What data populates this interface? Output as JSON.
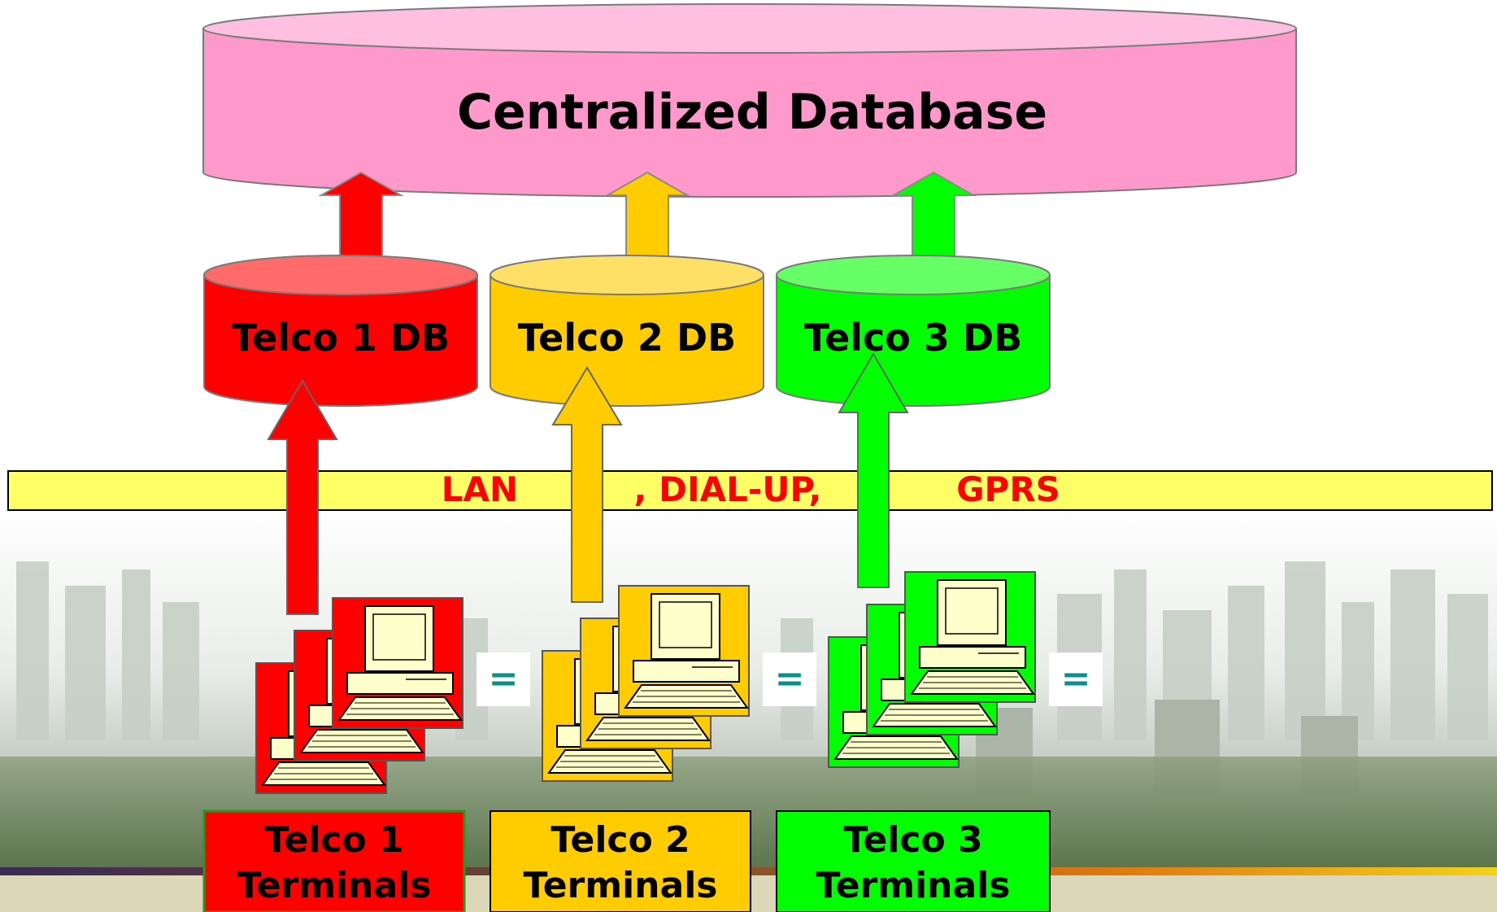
{
  "title": "Centralized Database",
  "telco_dbs": [
    {
      "label": "Telco 1 DB",
      "color": "#ff0000",
      "top_color": "#ff6b6b"
    },
    {
      "label": "Telco 2 DB",
      "color": "#ffcc00",
      "top_color": "#ffe066"
    },
    {
      "label": "Telco 3 DB",
      "color": "#00ff00",
      "top_color": "#66ff66"
    }
  ],
  "network": {
    "lan": "LAN",
    "dialup": ", DIAL-UP,",
    "gprs": "GPRS"
  },
  "terminals": [
    {
      "line1": "Telco 1",
      "line2": "Terminals",
      "color": "#ff0000"
    },
    {
      "line1": "Telco 2",
      "line2": "Terminals",
      "color": "#ffcc00"
    },
    {
      "line1": "Telco 3",
      "line2": "Terminals",
      "color": "#00ff00"
    }
  ],
  "equals": [
    "=",
    "=",
    "="
  ],
  "colors": {
    "central_db_body": "#ff99cc",
    "central_db_top": "#ffbfe0",
    "network_band": "#ffff66",
    "network_text": "#ff0000",
    "equals_text": "#0a8f8f"
  }
}
